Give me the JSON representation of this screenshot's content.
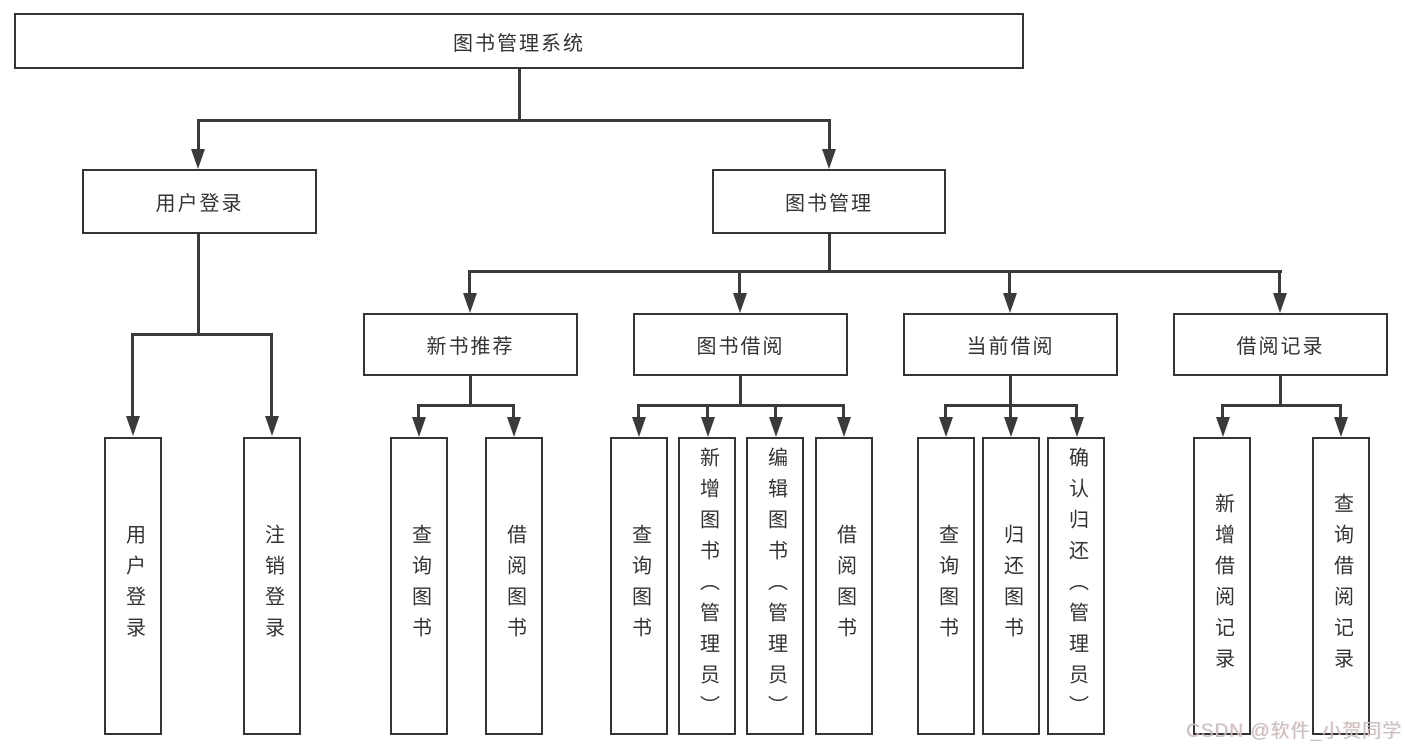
{
  "diagram_title": "图书管理系统",
  "nodes": {
    "root": "图书管理系统",
    "user_login_branch": "用户登录",
    "book_mgmt_branch": "图书管理",
    "new_book_rec": "新书推荐",
    "book_borrow": "图书借阅",
    "current_borrow": "当前借阅",
    "borrow_records": "借阅记录",
    "leaf_user_login": "用户登录",
    "leaf_logout": "注销登录",
    "leaf_rec_query_book": "查询图书",
    "leaf_rec_borrow_book": "借阅图书",
    "leaf_bb_query_book": "查询图书",
    "leaf_bb_add_book": "新增图书（管理员）",
    "leaf_bb_edit_book": "编辑图书（管理员）",
    "leaf_bb_borrow_book": "借阅图书",
    "leaf_cb_query_book": "查询图书",
    "leaf_cb_return_book": "归还图书",
    "leaf_cb_confirm_return": "确认归还（管理员）",
    "leaf_br_add_record": "新增借阅记录",
    "leaf_br_query_record": "查询借阅记录"
  },
  "watermark": {
    "text": "CSDN @软件_小贺同学"
  },
  "colors": {
    "line": "#3a3a3a",
    "text": "#333333",
    "background": "#ffffff",
    "watermark": "#c9c1c1"
  }
}
